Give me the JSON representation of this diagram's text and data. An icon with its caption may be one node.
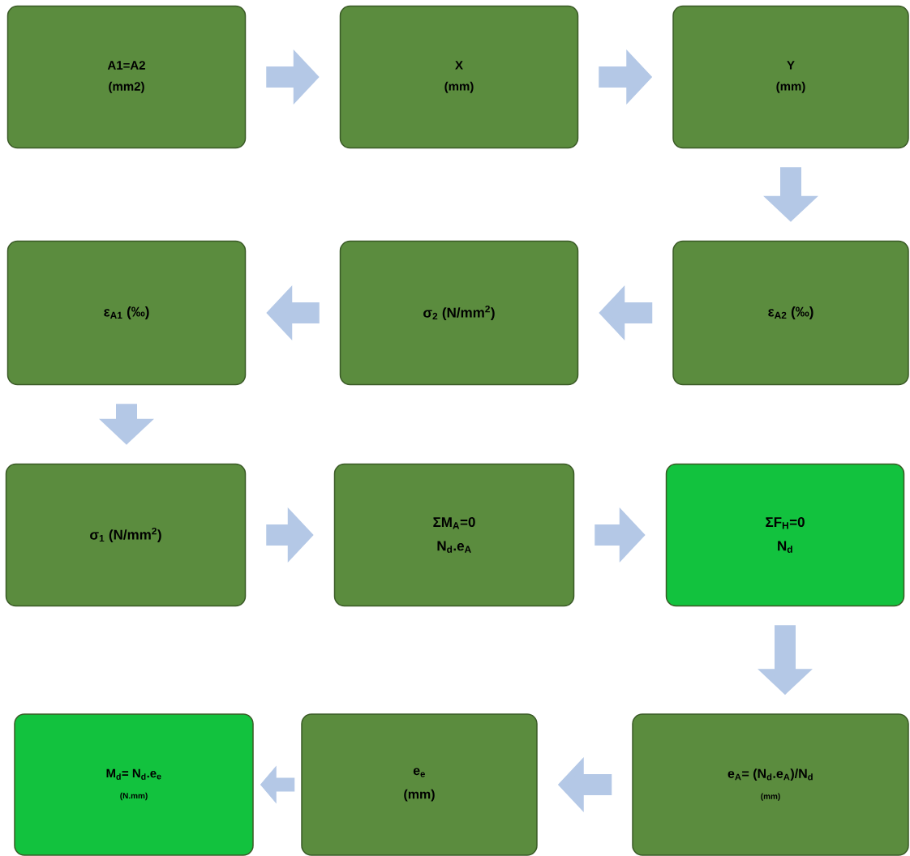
{
  "diagram": {
    "nodes": [
      {
        "text": [
          "A1=A2",
          "(mm2)"
        ]
      },
      {
        "text": [
          "X",
          "(mm)"
        ]
      },
      {
        "text": [
          "Y",
          "(mm)"
        ]
      },
      {
        "text": [
          "ε$_{A2}$ (‰)"
        ]
      },
      {
        "text": [
          "σ$_{2}$   (N/mm$^{2}$)"
        ]
      },
      {
        "text": [
          "ε$_{A1}$ (‰)"
        ]
      },
      {
        "text": [
          "σ$_{1}$   (N/mm$^{2}$)"
        ]
      },
      {
        "text": [
          "ΣM$_{A}$=0",
          "N$_{d}$.e$_{A}$"
        ]
      },
      {
        "text": [
          "ΣF$_{H}$=0",
          "N$_{d}$"
        ]
      },
      {
        "text": [
          "e$_{A}$=  (N$_{d}$.e$_{A}$)/N$_{d}$",
          "(mm)"
        ]
      },
      {
        "text": [
          "e$_{e}$",
          "(mm)"
        ]
      },
      {
        "text": [
          "M$_{d}$=  N$_{d}$.e$_{e}$",
          "(N.mm)"
        ]
      }
    ],
    "edges": [
      {
        "from": 0,
        "to": 1,
        "arrow": "to"
      },
      {
        "from": 1,
        "to": 2,
        "arrow": "to"
      },
      {
        "from": 2,
        "to": 3,
        "arrow": "to"
      },
      {
        "from": 3,
        "to": 4,
        "arrow": "to"
      },
      {
        "from": 4,
        "to": 5,
        "arrow": "to"
      },
      {
        "from": 5,
        "to": 6,
        "arrow": "to"
      },
      {
        "from": 6,
        "to": 7,
        "arrow": "to"
      },
      {
        "from": 7,
        "to": 8,
        "arrow": "to"
      },
      {
        "from": 8,
        "to": 9,
        "arrow": "to"
      },
      {
        "from": 9,
        "to": 10,
        "arrow": "to"
      },
      {
        "from": 10,
        "to": 11,
        "arrow": "to"
      }
    ]
  }
}
